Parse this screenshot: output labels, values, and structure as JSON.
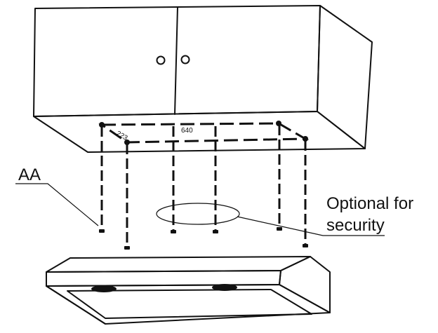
{
  "labels": {
    "aa": "AA",
    "optional_line1": "Optional for",
    "optional_line2": "security",
    "dim_width": "640",
    "dim_depth": "223"
  },
  "colors": {
    "line": "#111111",
    "background": "#ffffff"
  }
}
